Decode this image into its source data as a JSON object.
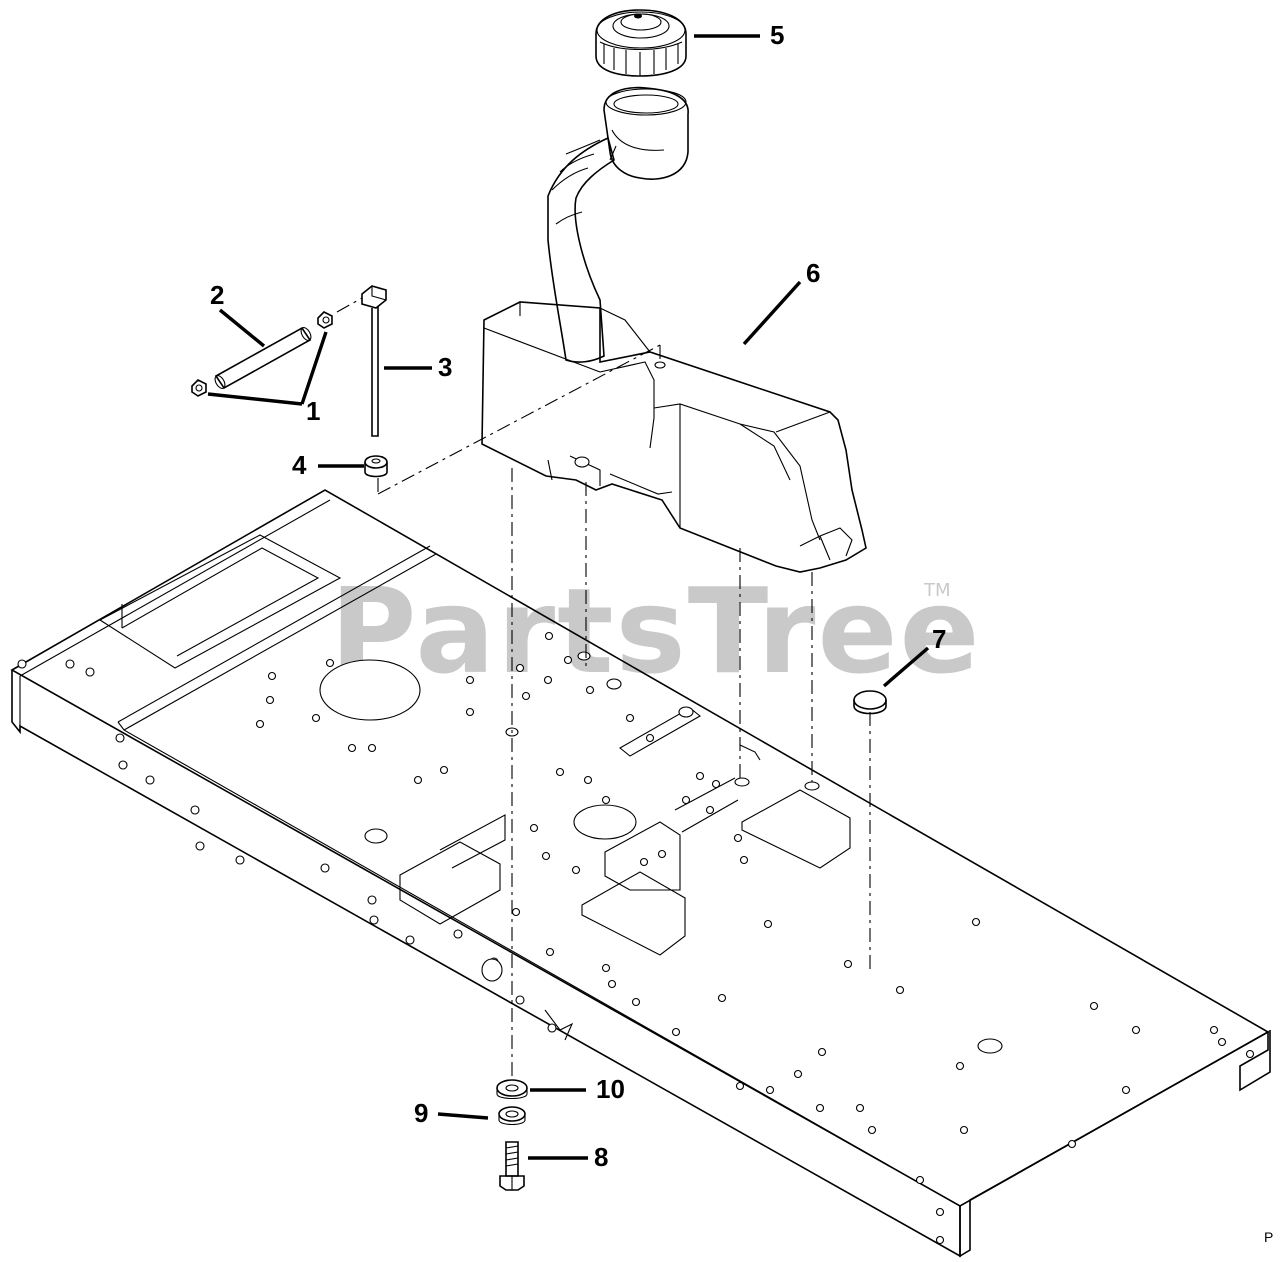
{
  "watermark": {
    "text": "PartsTree",
    "trademark": "TM"
  },
  "corner_mark": "P",
  "callouts": [
    {
      "id": "1",
      "label": "1"
    },
    {
      "id": "2",
      "label": "2"
    },
    {
      "id": "3",
      "label": "3"
    },
    {
      "id": "4",
      "label": "4"
    },
    {
      "id": "5",
      "label": "5"
    },
    {
      "id": "6",
      "label": "6"
    },
    {
      "id": "7",
      "label": "7"
    },
    {
      "id": "8",
      "label": "8"
    },
    {
      "id": "9",
      "label": "9"
    },
    {
      "id": "10",
      "label": "10"
    }
  ],
  "parts": {
    "frame": "frame-icon",
    "fuel_tank": "fuel-tank-icon",
    "fuel_cap": "fuel-cap-icon",
    "filler_neck": "filler-neck-icon",
    "hose": "hose-icon",
    "hose_clamps": "hose-clamp-icon",
    "fuel_pickup": "fuel-pickup-icon",
    "grommet": "grommet-icon",
    "plug": "plug-icon",
    "bolt": "bolt-icon",
    "lock_washer": "lock-washer-icon",
    "flat_washer": "flat-washer-icon"
  }
}
